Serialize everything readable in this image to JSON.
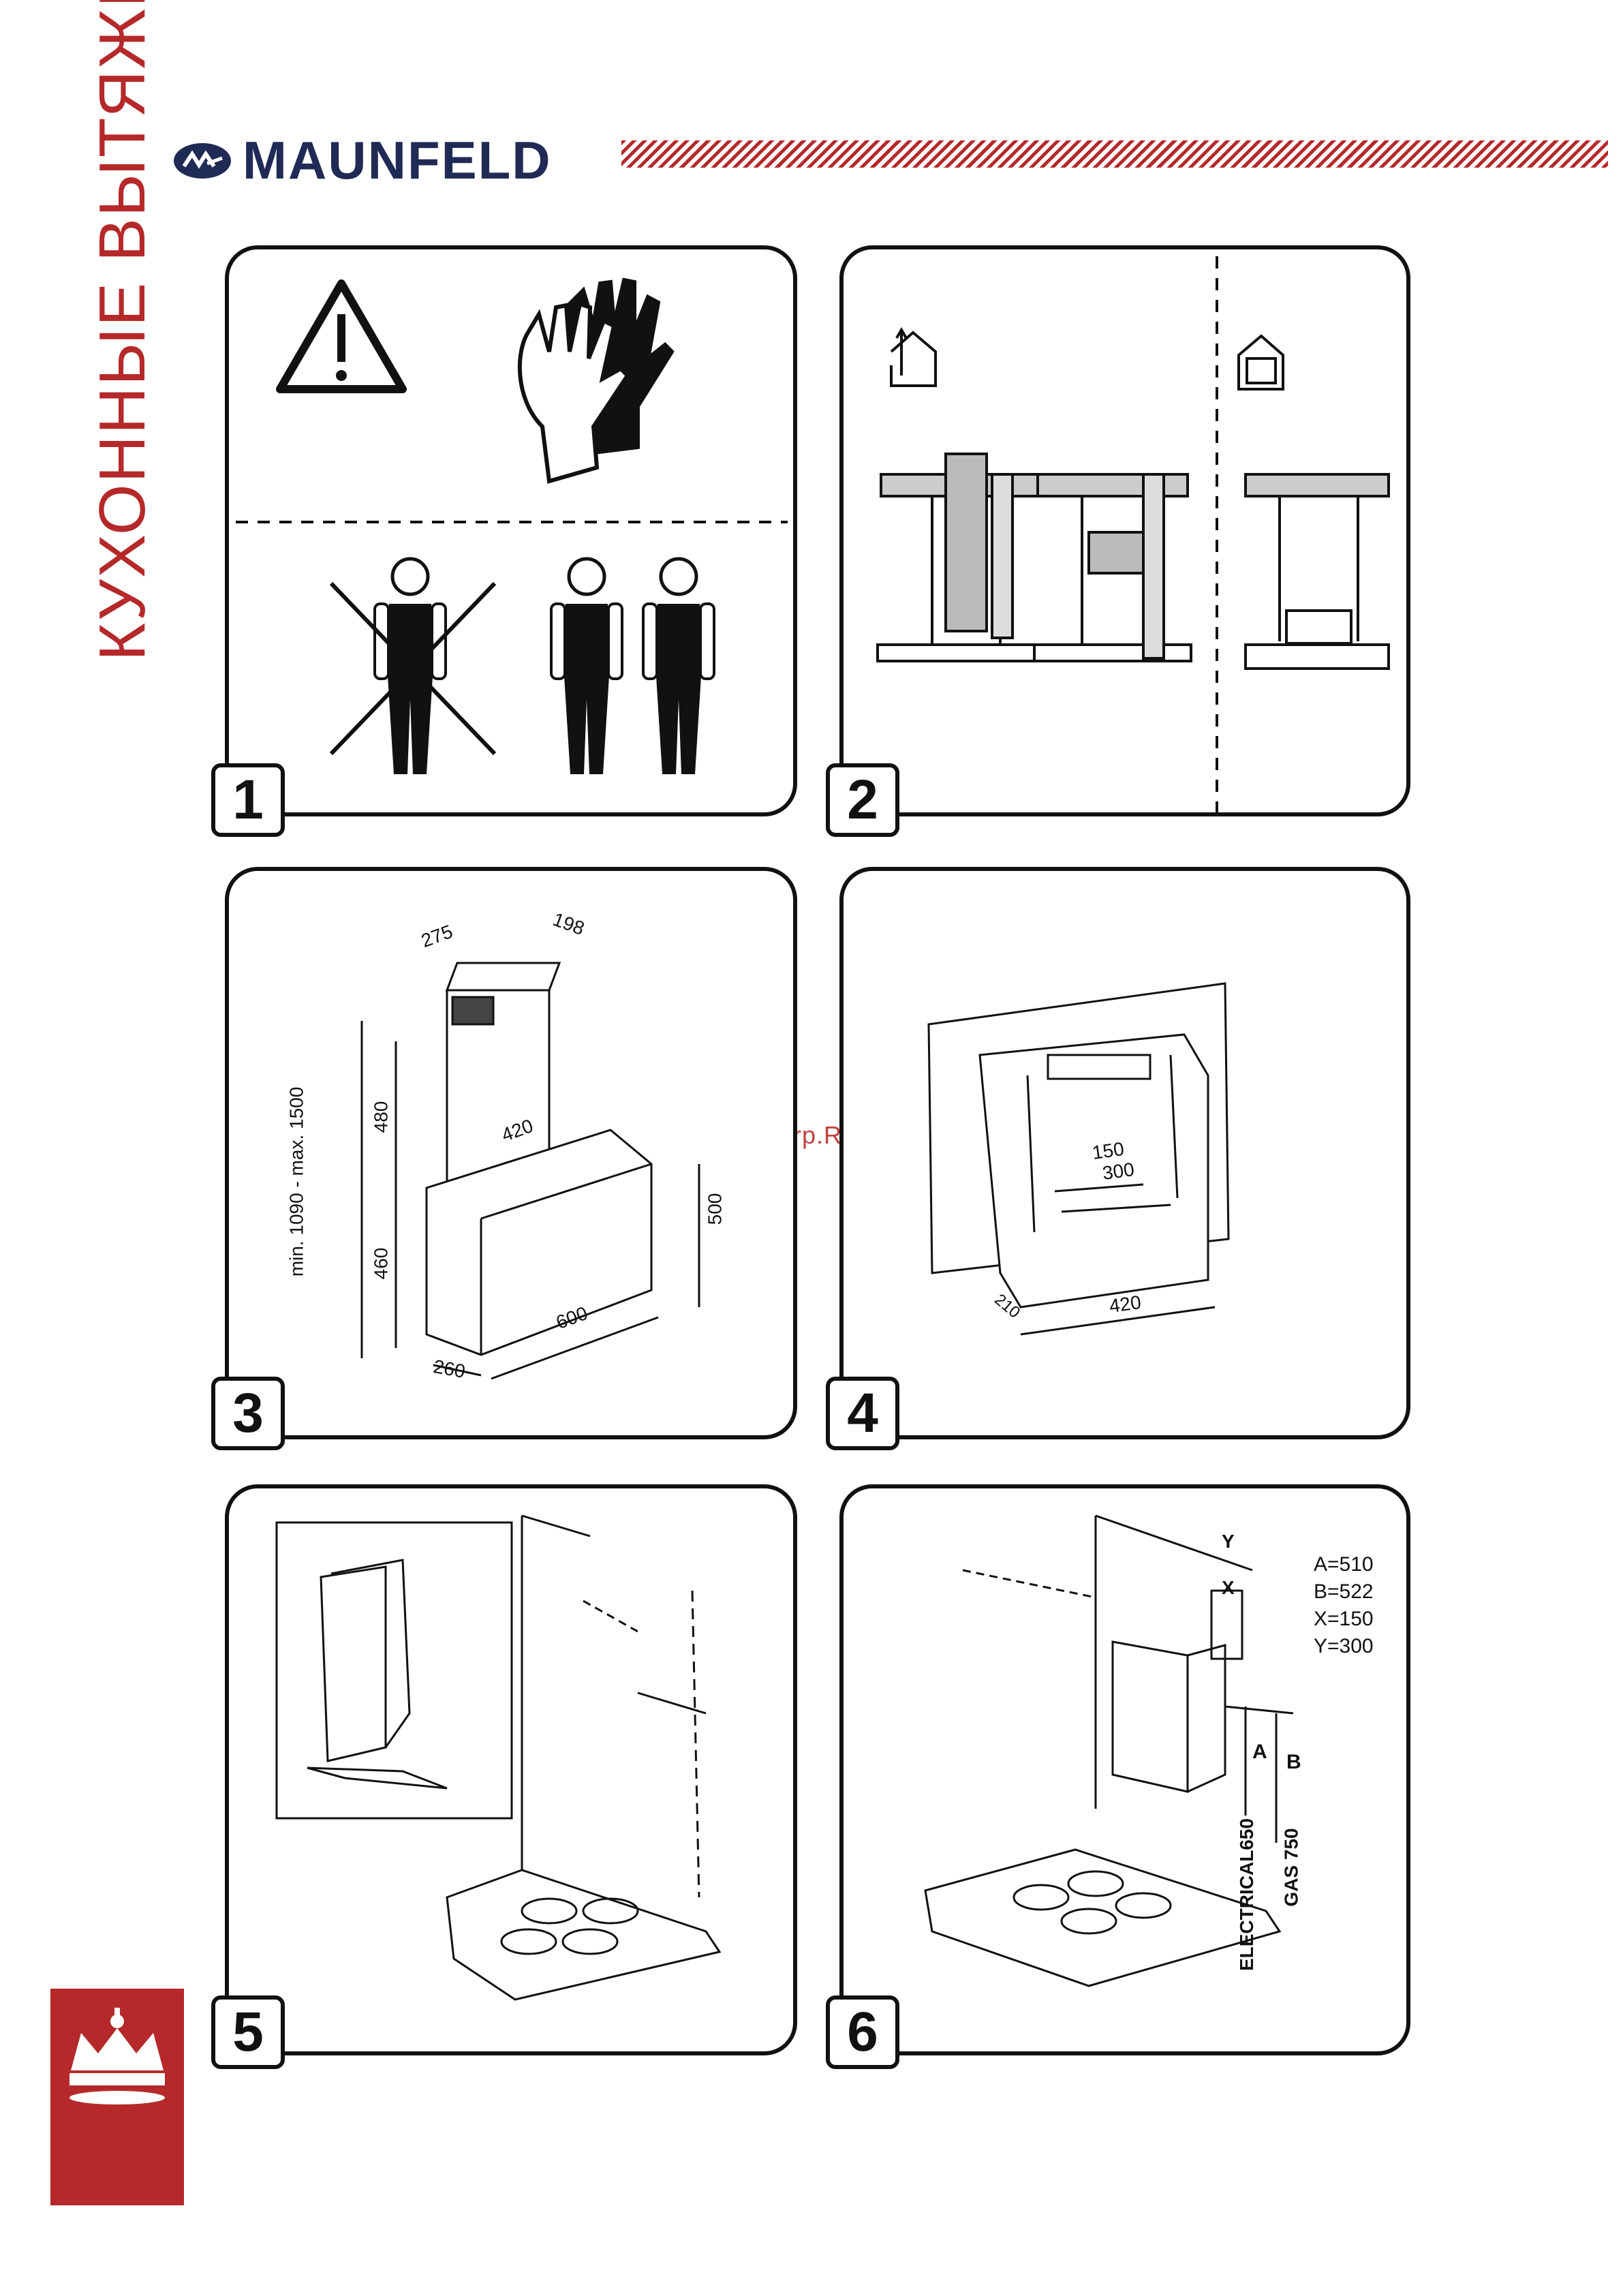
{
  "header": {
    "brand": "MAUNFELD",
    "side_title": "КУХОННЫЕ ВЫТЯЖКИ",
    "watermark": "McGrp.Ru"
  },
  "colors": {
    "brand_red": "#b5292a",
    "brand_navy": "#1f2a55"
  },
  "panels": [
    {
      "number": "1"
    },
    {
      "number": "2"
    },
    {
      "number": "3",
      "dims": {
        "d275": "275",
        "d198": "198",
        "d480": "480",
        "d420": "420",
        "d500": "500",
        "d460": "460",
        "d600": "600",
        "d260": "260",
        "range": "min. 1090 - max. 1500"
      }
    },
    {
      "number": "4",
      "dims": {
        "d150": "150",
        "d300": "300",
        "d420": "420",
        "d210": "210"
      }
    },
    {
      "number": "5"
    },
    {
      "number": "6",
      "labels": {
        "y": "Y",
        "x": "X",
        "a": "A",
        "b": "B",
        "a_val": "A=510",
        "b_val": "B=522",
        "x_val": "X=150",
        "y_val": "Y=300",
        "electrical": "ELECTRICAL650",
        "gas": "GAS 750"
      }
    }
  ]
}
